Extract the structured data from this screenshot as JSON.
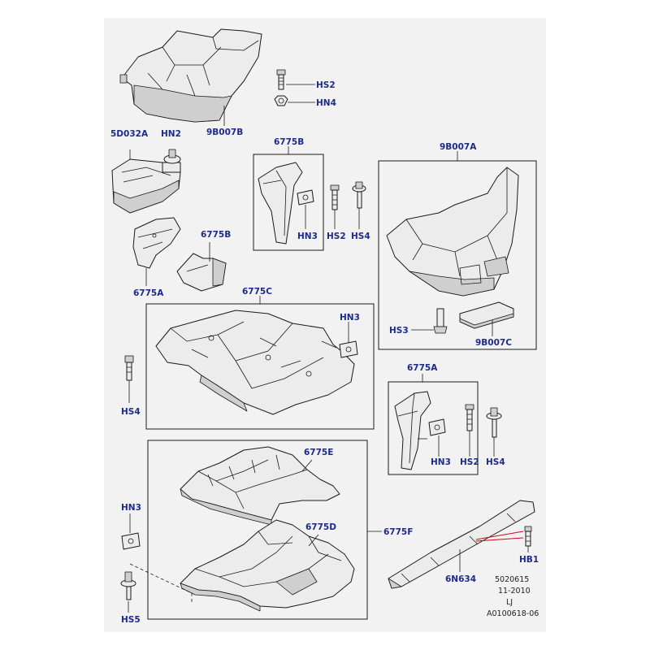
{
  "labels": {
    "hs2_top": "HS2",
    "hn4_top": "HN4",
    "p5d032a": "5D032A",
    "hn2": "HN2",
    "p9b007b": "9B007B",
    "p6775b_box": "6775B",
    "p9b007a": "9B007A",
    "hn3_b": "HN3",
    "hs2_b": "HS2",
    "hs4_b": "HS4",
    "p6775b_loose": "6775B",
    "p6775a_loose": "6775A",
    "p6775c": "6775C",
    "hn3_c": "HN3",
    "hs3": "HS3",
    "p9b007c": "9B007C",
    "hs4_left": "HS4",
    "p6775a_box": "6775A",
    "hn3_a": "HN3",
    "hs2_a": "HS2",
    "hs4_a": "HS4",
    "p6775e": "6775E",
    "hn3_left": "HN3",
    "p6775d": "6775D",
    "p6775f": "6775F",
    "hb1": "HB1",
    "p6n634": "6N634",
    "hs5": "HS5"
  },
  "reference": {
    "number": "5020615",
    "date": "11-2010",
    "initials": "LJ",
    "code": "A0100618-06"
  }
}
